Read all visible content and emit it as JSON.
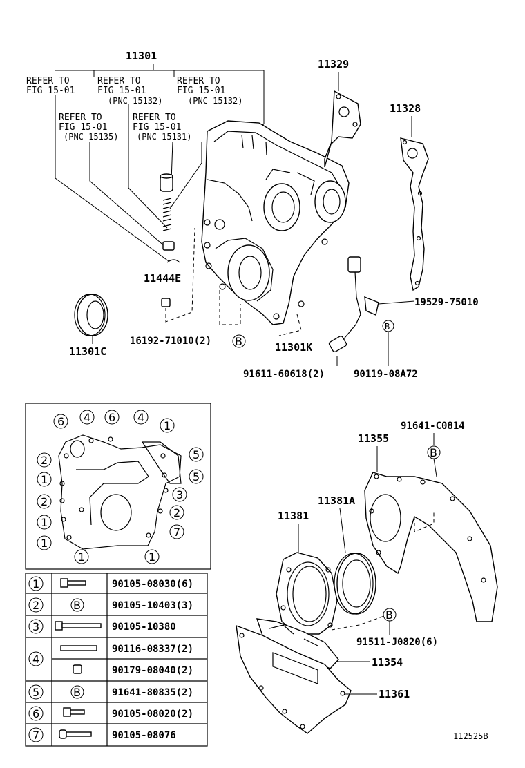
{
  "callouts": {
    "p11301": "11301",
    "p11329": "11329",
    "p11328": "11328",
    "p11444e": "11444E",
    "p11301c": "11301C",
    "p16192": "16192-71010(2)",
    "p11301k": "11301K",
    "p91611": "91611-60618(2)",
    "p90119": "90119-08A72",
    "p19529": "19529-75010",
    "p91641c": "91641-C0814",
    "p11355": "11355",
    "p11381a": "11381A",
    "p11381": "11381",
    "p91511": "91511-J0820(6)",
    "p11354": "11354",
    "p11361": "11361",
    "figcode": "112525B"
  },
  "refs": {
    "r1a": "REFER TO",
    "r1b": "FIG 15-01",
    "r2a": "REFER TO",
    "r2b": "FIG 15-01",
    "r2c": "(PNC 15132)",
    "r3a": "REFER TO",
    "r3b": "FIG 15-01",
    "r3c": "(PNC 15132)",
    "r4a": "REFER TO",
    "r4b": "FIG 15-01",
    "r4c": "(PNC 15135)",
    "r5a": "REFER TO",
    "r5b": "FIG 15-01",
    "r5c": "(PNC 15131)"
  },
  "markers": {
    "B": "B"
  },
  "bolt_circles": {
    "c6a": "6",
    "c4a": "4",
    "c6b": "6",
    "c4b": "4",
    "c1a": "1",
    "c5a": "5",
    "c5b": "5",
    "c3": "3",
    "c2r": "2",
    "c7": "7",
    "c2a": "2",
    "c1b": "1",
    "c2b": "2",
    "c1c": "1",
    "c1d": "1",
    "c1e": "1",
    "c1f": "1"
  },
  "legend": [
    {
      "key": "1",
      "marker": "",
      "part": "90105-08030(6)"
    },
    {
      "key": "2",
      "marker": "B",
      "part": "90105-10403(3)"
    },
    {
      "key": "3",
      "marker": "",
      "part": "90105-10380"
    },
    {
      "key": "4",
      "marker": "",
      "part": "90116-08337(2)"
    },
    {
      "key": "",
      "marker": "",
      "part": "90179-08040(2)"
    },
    {
      "key": "5",
      "marker": "B",
      "part": "91641-80835(2)"
    },
    {
      "key": "6",
      "marker": "",
      "part": "90105-08020(2)"
    },
    {
      "key": "7",
      "marker": "",
      "part": "90105-08076"
    }
  ]
}
